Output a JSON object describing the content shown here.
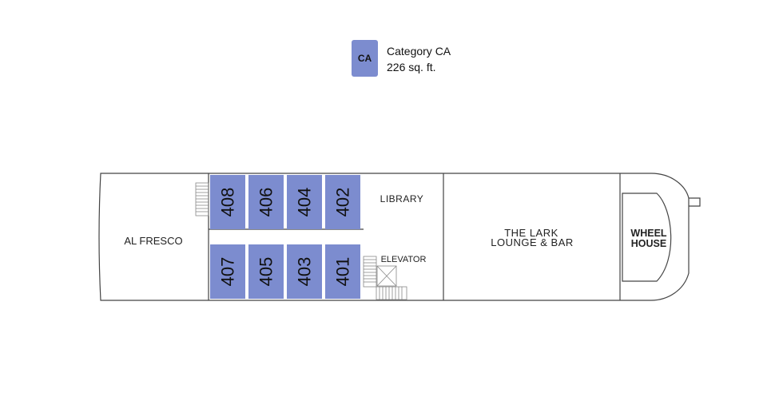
{
  "legend": {
    "code": "CA",
    "category": "Category CA",
    "size": "226 sq. ft.",
    "color": "#7c8ccf"
  },
  "rooms": {
    "al_fresco": "AL FRESCO",
    "library": "LIBRARY",
    "elevator": "ELEVATOR",
    "lounge_line1": "THE LARK",
    "lounge_line2": "LOUNGE & BAR",
    "wheelhouse_line1": "WHEEL",
    "wheelhouse_line2": "HOUSE"
  },
  "cabins": {
    "top": [
      "408",
      "406",
      "404",
      "402"
    ],
    "bottom": [
      "407",
      "405",
      "403",
      "401"
    ]
  },
  "colors": {
    "cabin_fill": "#7c8ccf",
    "outline": "#444444"
  }
}
